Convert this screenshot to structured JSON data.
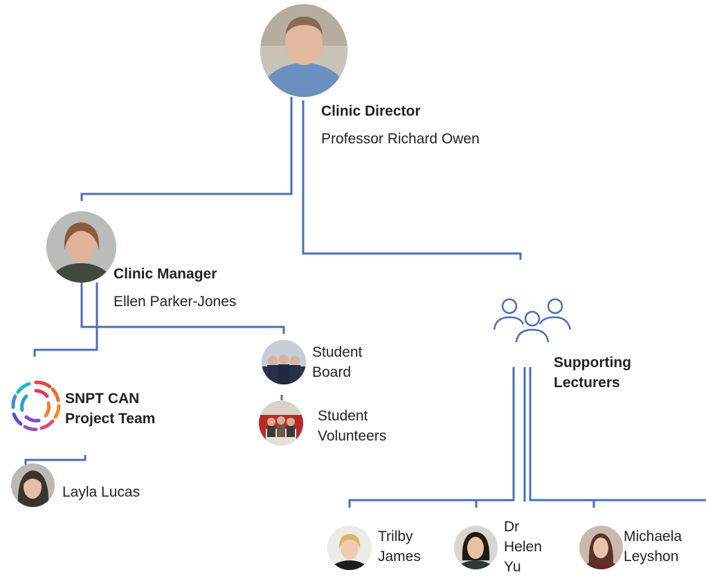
{
  "colors": {
    "connector": "#4a6fb5",
    "text": "#222222"
  },
  "director": {
    "role": "Clinic Director",
    "name": "Professor Richard Owen"
  },
  "manager": {
    "role": "Clinic Manager",
    "name": "Ellen Parker-Jones"
  },
  "student_board": {
    "line1": "Student",
    "line2": "Board"
  },
  "student_volunteers": {
    "line1": "Student",
    "line2": "Volunteers"
  },
  "project_team": {
    "line1": "SNPT CAN",
    "line2": "Project Team",
    "logo_icon": "snpt-can-logo-icon"
  },
  "project_member": {
    "name": "Layla Lucas"
  },
  "supporting": {
    "line1": "Supporting",
    "line2": "Lecturers",
    "icon": "people-group-icon"
  },
  "lecturers": [
    {
      "line1": "Trilby",
      "line2": "James"
    },
    {
      "line1": "Dr",
      "line2": "Helen",
      "line3": "Yu"
    },
    {
      "line1": "Michaela",
      "line2": "Leyshon"
    }
  ]
}
